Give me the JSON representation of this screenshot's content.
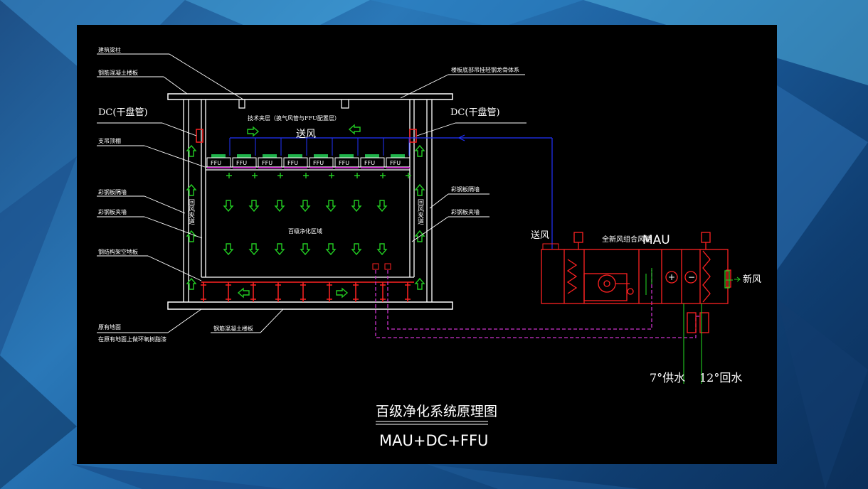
{
  "colors": {
    "background_light": "#2a78b8",
    "background_dark": "#0b2f5a",
    "sheet": "#000000",
    "line": "#ffffff",
    "supply_air": "#2233ff",
    "flow_arrow": "#22cc22",
    "water_pipe": "#cc33cc",
    "equipment": "#ff2222",
    "ffu": "#1fb34a"
  },
  "labels": {
    "building_column": "建筑梁柱",
    "rc_floor_top": "钢筋混凝土楼板",
    "lightweight_frame": "楼板底部吊挂轻钢龙骨体系",
    "dc_left": "DC(干盘管)",
    "dc_right": "DC(干盘管)",
    "tech_mezzanine": "技术夹层（换气风管与FFU配置层）",
    "supply_air_top": "送风",
    "support_ceiling": "支吊顶棚",
    "partition_left_top": "彩钢板隔墙",
    "partition_left_bottom": "彩钢板夹墙",
    "partition_right_top": "彩钢板隔墙",
    "partition_right_bottom": "彩钢板夹墙",
    "return_left": "回风夹道",
    "return_right": "回风夹道",
    "clean_zone": "百级净化区域",
    "raised_floor": "钢结构架空地板",
    "original_ground": "原有地面",
    "ground_note": "在原有地面上做环氧树脂漆",
    "rc_floor_bottom": "钢筋混凝土楼板",
    "ffu_label": "FFU",
    "supply_air_mau": "送风",
    "mau_title": "全新风组合风柜",
    "mau_code": "MAU",
    "fresh_air": "新风",
    "supply_water": "7°供水",
    "return_water": "12°回水",
    "diagram_title": "百级净化系统原理图",
    "diagram_subtitle": "MAU+DC+FFU"
  },
  "ffu_count": 8,
  "icons": [
    "up-arrow-icon",
    "down-arrow-icon",
    "left-arrow-icon",
    "right-arrow-icon",
    "fan-icon",
    "heating-coil-icon",
    "cooling-coil-icon",
    "valve-icon"
  ]
}
